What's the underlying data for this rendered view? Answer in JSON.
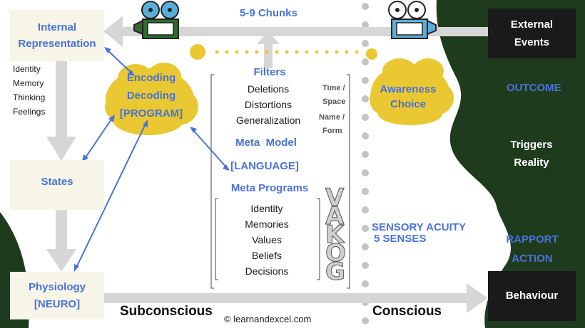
{
  "top": {
    "chunks": "5-9 Chunks",
    "external_events": [
      "External",
      "Events"
    ]
  },
  "left": {
    "internal_rep": [
      "Internal",
      "Representation"
    ],
    "internal_list": [
      "Identity",
      "Memory",
      "Thinking",
      "Feelings"
    ],
    "states": "States",
    "physiology": [
      "Physiology",
      "[NEURO]"
    ]
  },
  "cloud_left": [
    "Encoding",
    "Decoding",
    "[PROGRAM]"
  ],
  "cloud_right": [
    "Awareness",
    "Choice"
  ],
  "filters": {
    "title": "Filters",
    "items": [
      "Deletions",
      "Distortions",
      "Generalization"
    ],
    "side_labels": [
      "Time /",
      "Space",
      "Name /",
      "Form"
    ],
    "meta_model": "Meta  Model",
    "language": "[LANGUAGE]",
    "meta_programs": "Meta Programs",
    "program_items": [
      "Identity",
      "Memories",
      "Values",
      "Beliefs",
      "Decisions"
    ],
    "vakog": [
      "V",
      "A",
      "K",
      "O",
      "G"
    ]
  },
  "right": {
    "outcome": "OUTCOME",
    "triggers": [
      "Triggers",
      "Reality"
    ],
    "sensory": [
      "SENSORY ACUITY",
      "5 SENSES"
    ],
    "rapport": [
      "RAPPORT",
      "ACTION"
    ],
    "behaviour": "Behaviour"
  },
  "bottom": {
    "subconscious": "Subconscious",
    "conscious": "Conscious",
    "copyright": "© learnandexcel.com"
  },
  "colors": {
    "dark_green": "#1e3b1e",
    "cloud_yellow": "#e9c832",
    "accent_blue": "#4a72d9",
    "arrow_gray": "#d6d6d6",
    "camera_green": "#2f6b2f",
    "camera_blue": "#5aaed8"
  },
  "icons": [
    "film-camera-green-icon",
    "film-camera-blue-icon"
  ]
}
